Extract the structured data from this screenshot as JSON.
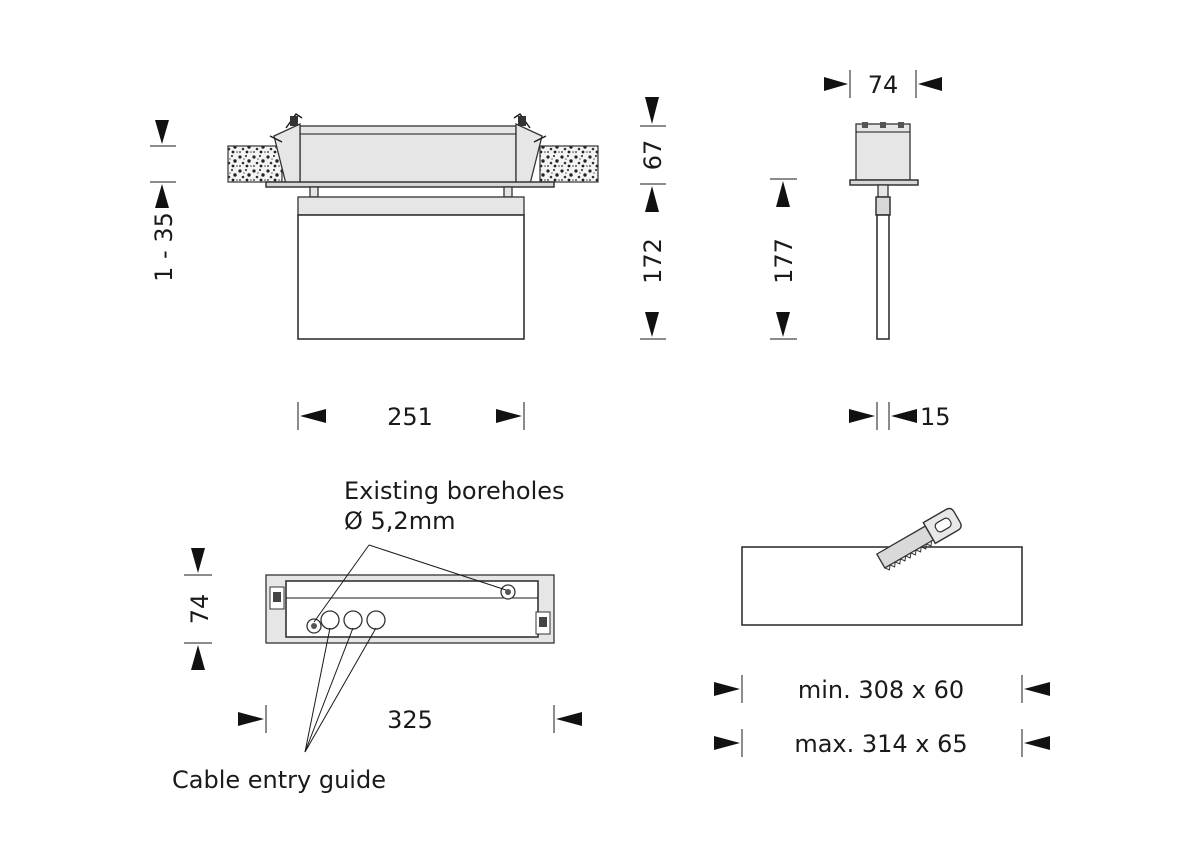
{
  "dimensions": {
    "ceiling_thickness": "1 - 35",
    "front_width": "251",
    "housing_height": "67",
    "panel_height": "172",
    "side_depth": "74",
    "side_height": "177",
    "panel_thickness": "15",
    "base_height": "74",
    "base_width": "325",
    "cutout_min": "min. 308 x 60",
    "cutout_max": "max. 314 x 65"
  },
  "labels": {
    "boreholes_line1": "Existing boreholes",
    "boreholes_line2": "Ø 5,2mm",
    "cable_entry": "Cable entry guide"
  },
  "icons": [
    "saw-icon",
    "arrow-right-icon",
    "arrow-left-icon",
    "arrow-down-icon",
    "arrow-up-icon"
  ]
}
